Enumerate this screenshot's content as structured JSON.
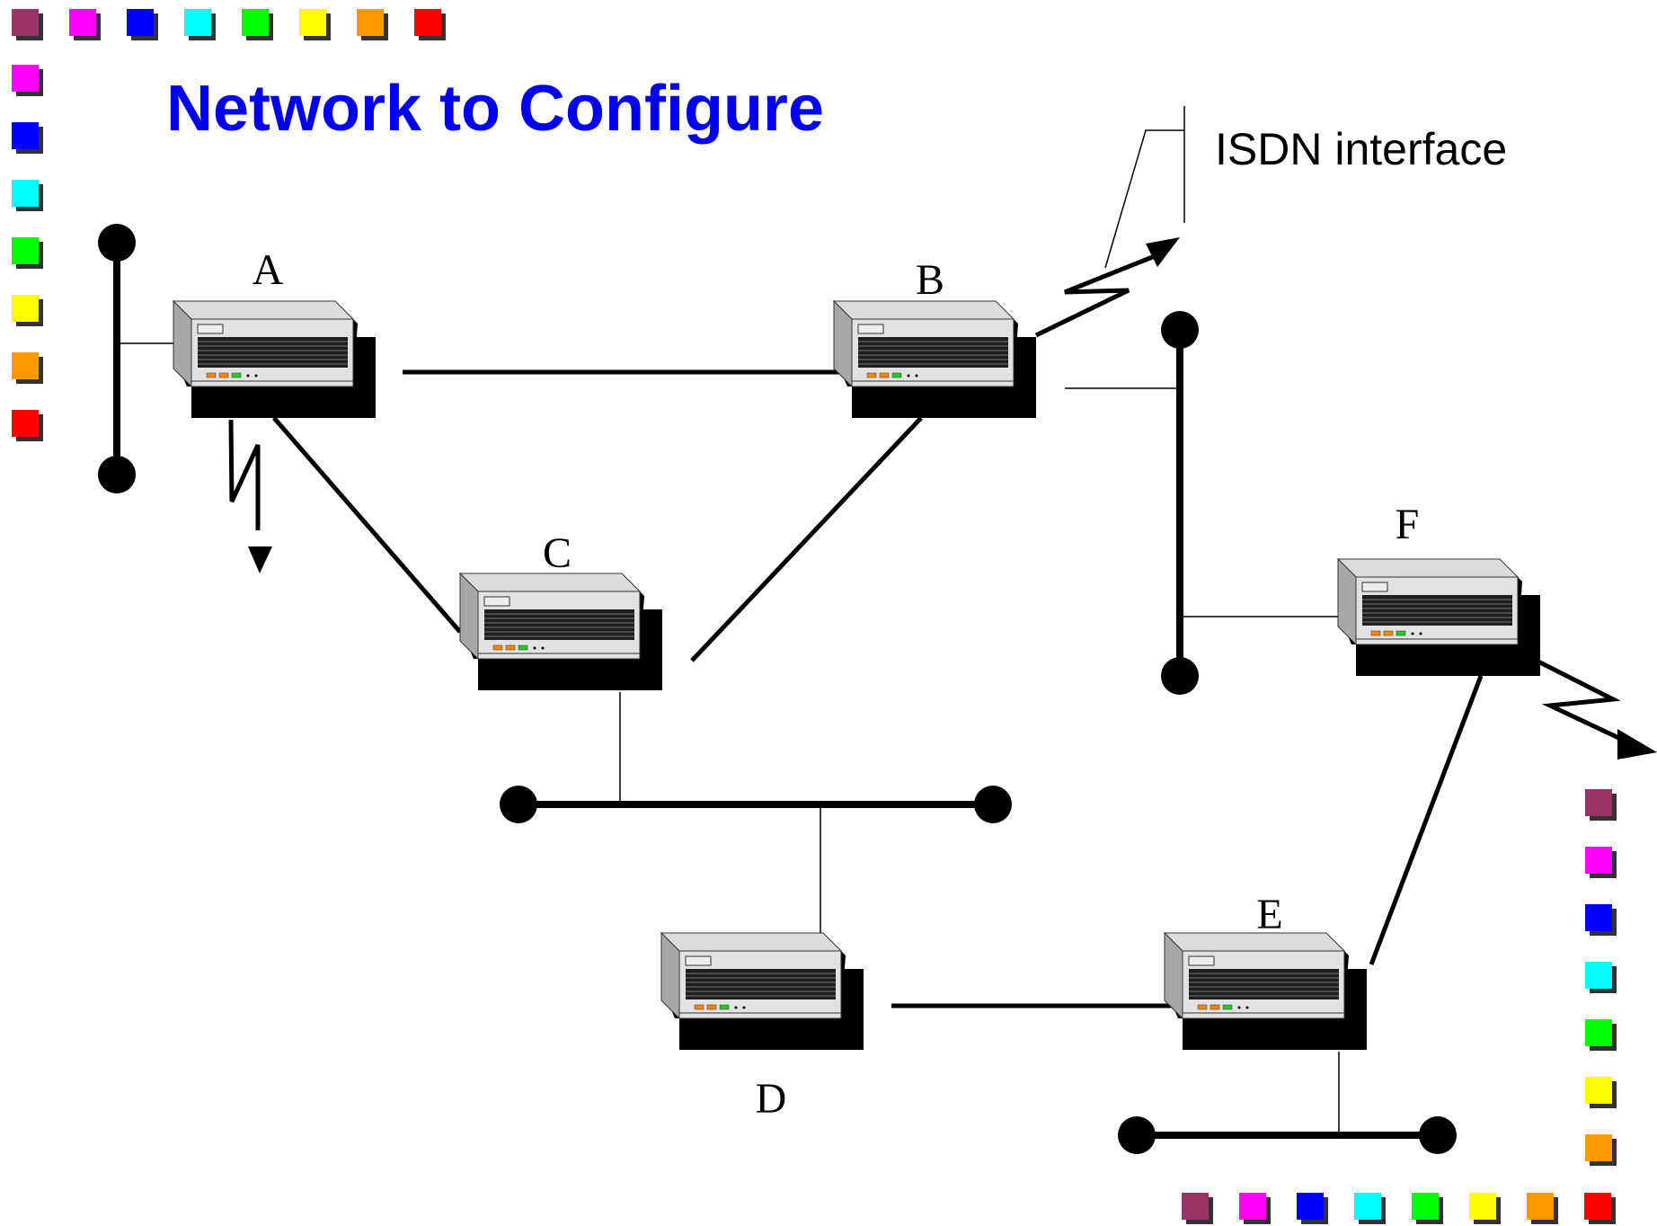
{
  "slide": {
    "title": "Network to Configure",
    "title_color": "#0000ee",
    "isdn_label": "ISDN interface"
  },
  "routers": [
    {
      "id": "A",
      "label": "A"
    },
    {
      "id": "B",
      "label": "B"
    },
    {
      "id": "C",
      "label": "C"
    },
    {
      "id": "D",
      "label": "D"
    },
    {
      "id": "E",
      "label": "E"
    },
    {
      "id": "F",
      "label": "F"
    }
  ],
  "links": [
    {
      "from": "A",
      "to": "B",
      "kind": "serial"
    },
    {
      "from": "A",
      "to": "C",
      "kind": "serial"
    },
    {
      "from": "B",
      "to": "C",
      "kind": "serial"
    },
    {
      "from": "D",
      "to": "E",
      "kind": "serial"
    },
    {
      "from": "E",
      "to": "F",
      "kind": "serial"
    },
    {
      "from": "C",
      "to": "LAN-CD",
      "kind": "ethernet"
    },
    {
      "from": "D",
      "to": "LAN-CD",
      "kind": "ethernet"
    },
    {
      "from": "E",
      "to": "LAN-E",
      "kind": "ethernet"
    },
    {
      "from": "A",
      "to": "LAN-A",
      "kind": "ethernet"
    },
    {
      "from": "B",
      "to": "LAN-BF",
      "kind": "ethernet"
    },
    {
      "from": "F",
      "to": "LAN-BF",
      "kind": "ethernet"
    },
    {
      "from": "A",
      "to": "ISDN",
      "kind": "isdn"
    },
    {
      "from": "B",
      "to": "ISDN",
      "kind": "isdn"
    },
    {
      "from": "F",
      "to": "ISDN",
      "kind": "isdn"
    }
  ],
  "decor": {
    "square_colors": [
      "#993366",
      "#ff00ff",
      "#0000ff",
      "#00ffff",
      "#00ff00",
      "#ffff00",
      "#ff9900",
      "#ff0000"
    ],
    "shadow_color": "#333333"
  }
}
